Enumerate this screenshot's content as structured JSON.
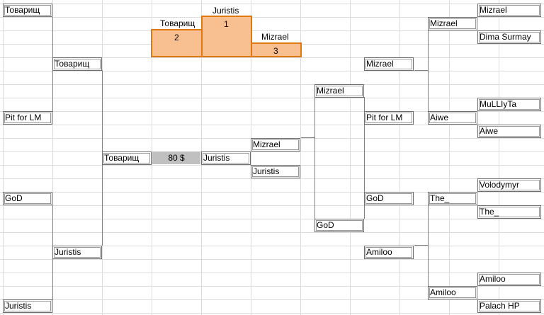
{
  "colors": {
    "grid": "#dcdcdc",
    "podium_fill": "#f8c090",
    "podium_border": "#e07810",
    "prize_fill": "#c0c0c0",
    "line": "#808080"
  },
  "podium": {
    "first_name": "Juristis",
    "first_place": "1",
    "second_name": "Товарищ",
    "second_place": "2",
    "third_name": "Mizrael",
    "third_place": "3"
  },
  "prize": "80 $",
  "left": {
    "r1": [
      "Товарищ",
      "Pit for LM",
      "GoD",
      "Juristis"
    ],
    "r2": [
      "Товарищ",
      "Juristis"
    ],
    "r3": "Товарищ"
  },
  "final": {
    "winner": "Juristis"
  },
  "semi": [
    "Mizrael",
    "Juristis"
  ],
  "right": {
    "r1": [
      "Mizrael",
      "Dima Surmay",
      "MuLLIyTa",
      "Aiwe",
      "Volodymyr",
      "The_",
      "Amiloo",
      "Palach HP"
    ],
    "r2": [
      "Mizrael",
      "Aiwe",
      "The_",
      "Amiloo"
    ],
    "r3": [
      "Mizrael",
      "Pit for LM",
      "GoD",
      "Amiloo"
    ],
    "r4": [
      "Mizrael",
      "GoD"
    ]
  }
}
